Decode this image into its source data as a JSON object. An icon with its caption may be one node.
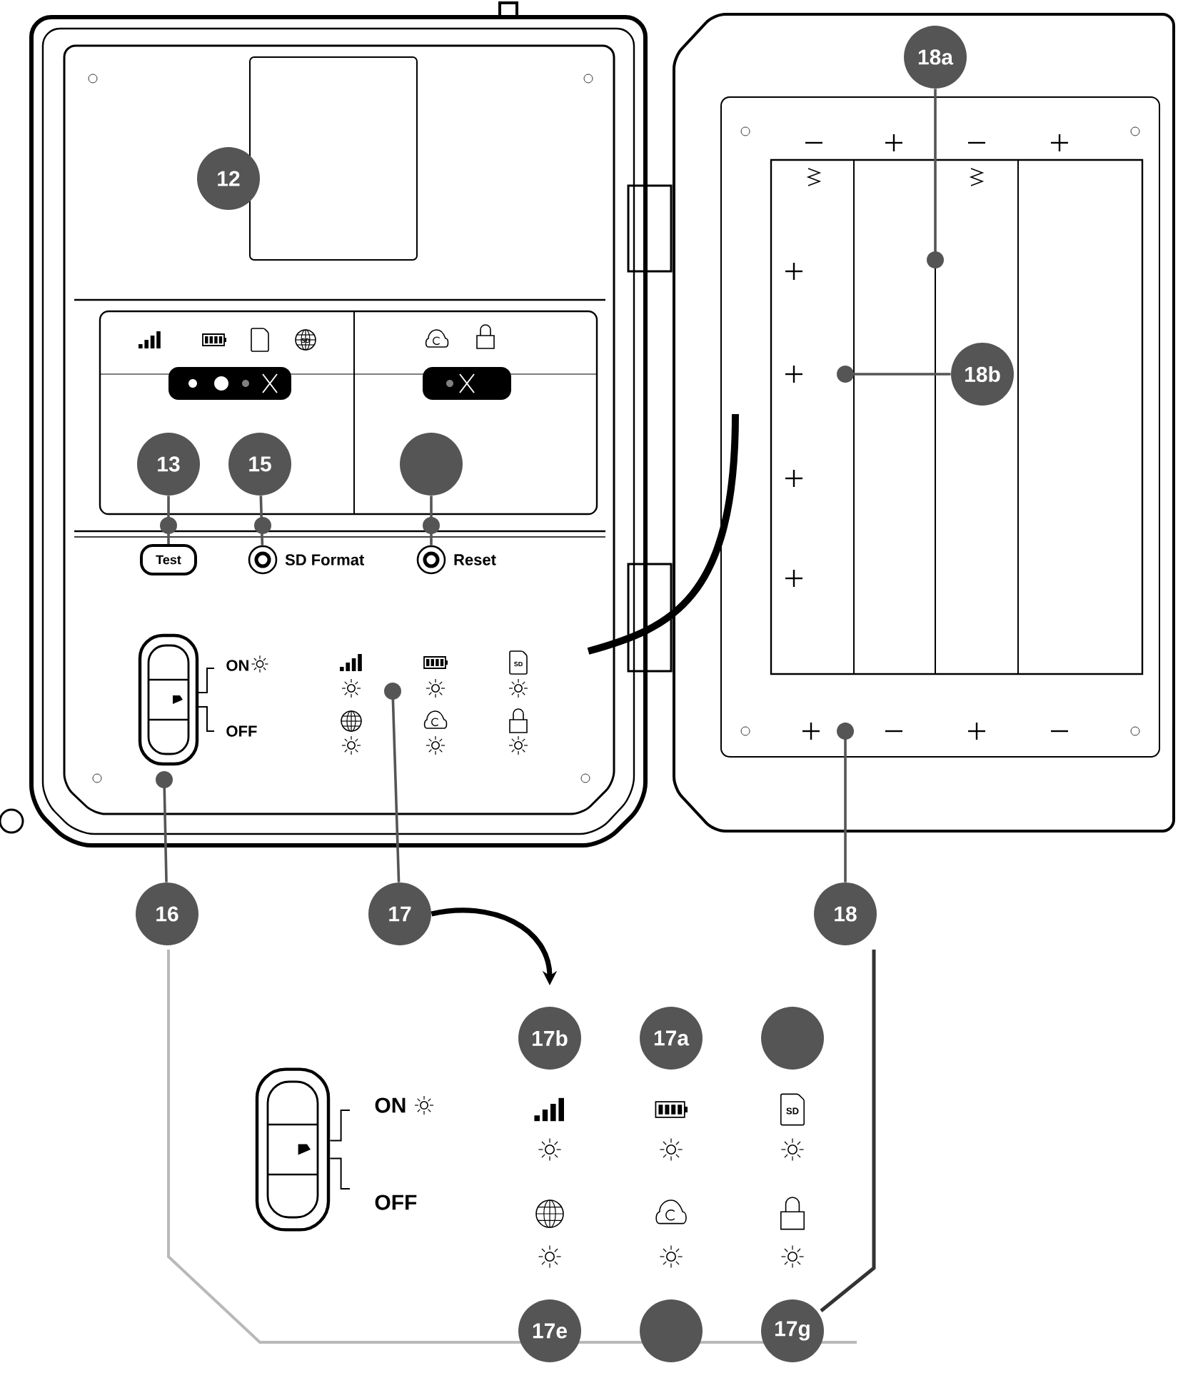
{
  "diagram": {
    "nodes": [
      {
        "text": [
          "12"
        ]
      },
      {
        "text": [
          "13"
        ]
      },
      {
        "text": [
          "Test"
        ]
      },
      {
        "text": [
          "15"
        ]
      },
      {
        "text": [],
        "shape": "circle",
        "beside": [
          "SD Format"
        ]
      },
      {
        "text": [],
        "shape": "circle"
      },
      {
        "text": [],
        "shape": "circle",
        "beside": [
          "Reset"
        ]
      },
      {
        "text": [
          "16"
        ]
      },
      {
        "text": [
          "17"
        ]
      },
      {
        "text": [
          "18a"
        ]
      },
      {
        "text": [
          "18b"
        ]
      },
      {
        "text": [
          "18"
        ]
      },
      {
        "text": [],
        "shape": "box"
      },
      {
        "text": [
          "17b"
        ],
        "in": 12
      },
      {
        "text": [
          "17a"
        ],
        "in": 12
      },
      {
        "text": [],
        "shape": "circle",
        "in": 12
      },
      {
        "text": [
          "17e"
        ],
        "in": 12
      },
      {
        "text": [],
        "shape": "circle",
        "in": 12
      },
      {
        "text": [
          "17g"
        ],
        "in": 12
      }
    ],
    "edges": [
      {
        "from": 1,
        "to": 2,
        "arrow": "other"
      },
      {
        "from": 3,
        "to": 4,
        "arrow": "other"
      },
      {
        "from": 5,
        "to": 6,
        "arrow": "other"
      },
      {
        "from": 7,
        "to": null,
        "arrow": "other"
      },
      {
        "from": 8,
        "to": null,
        "arrow": "other"
      },
      {
        "from": 9,
        "to": null,
        "arrow": "other"
      },
      {
        "from": 10,
        "to": null,
        "arrow": "other"
      },
      {
        "from": 11,
        "to": null,
        "arrow": "other"
      },
      {
        "from": 8,
        "to": 12,
        "arrow": "to",
        "style": "thick"
      }
    ],
    "labels": [
      "SD",
      "ON",
      "SD",
      "OFF",
      "ON",
      "SD",
      "OFF"
    ]
  }
}
